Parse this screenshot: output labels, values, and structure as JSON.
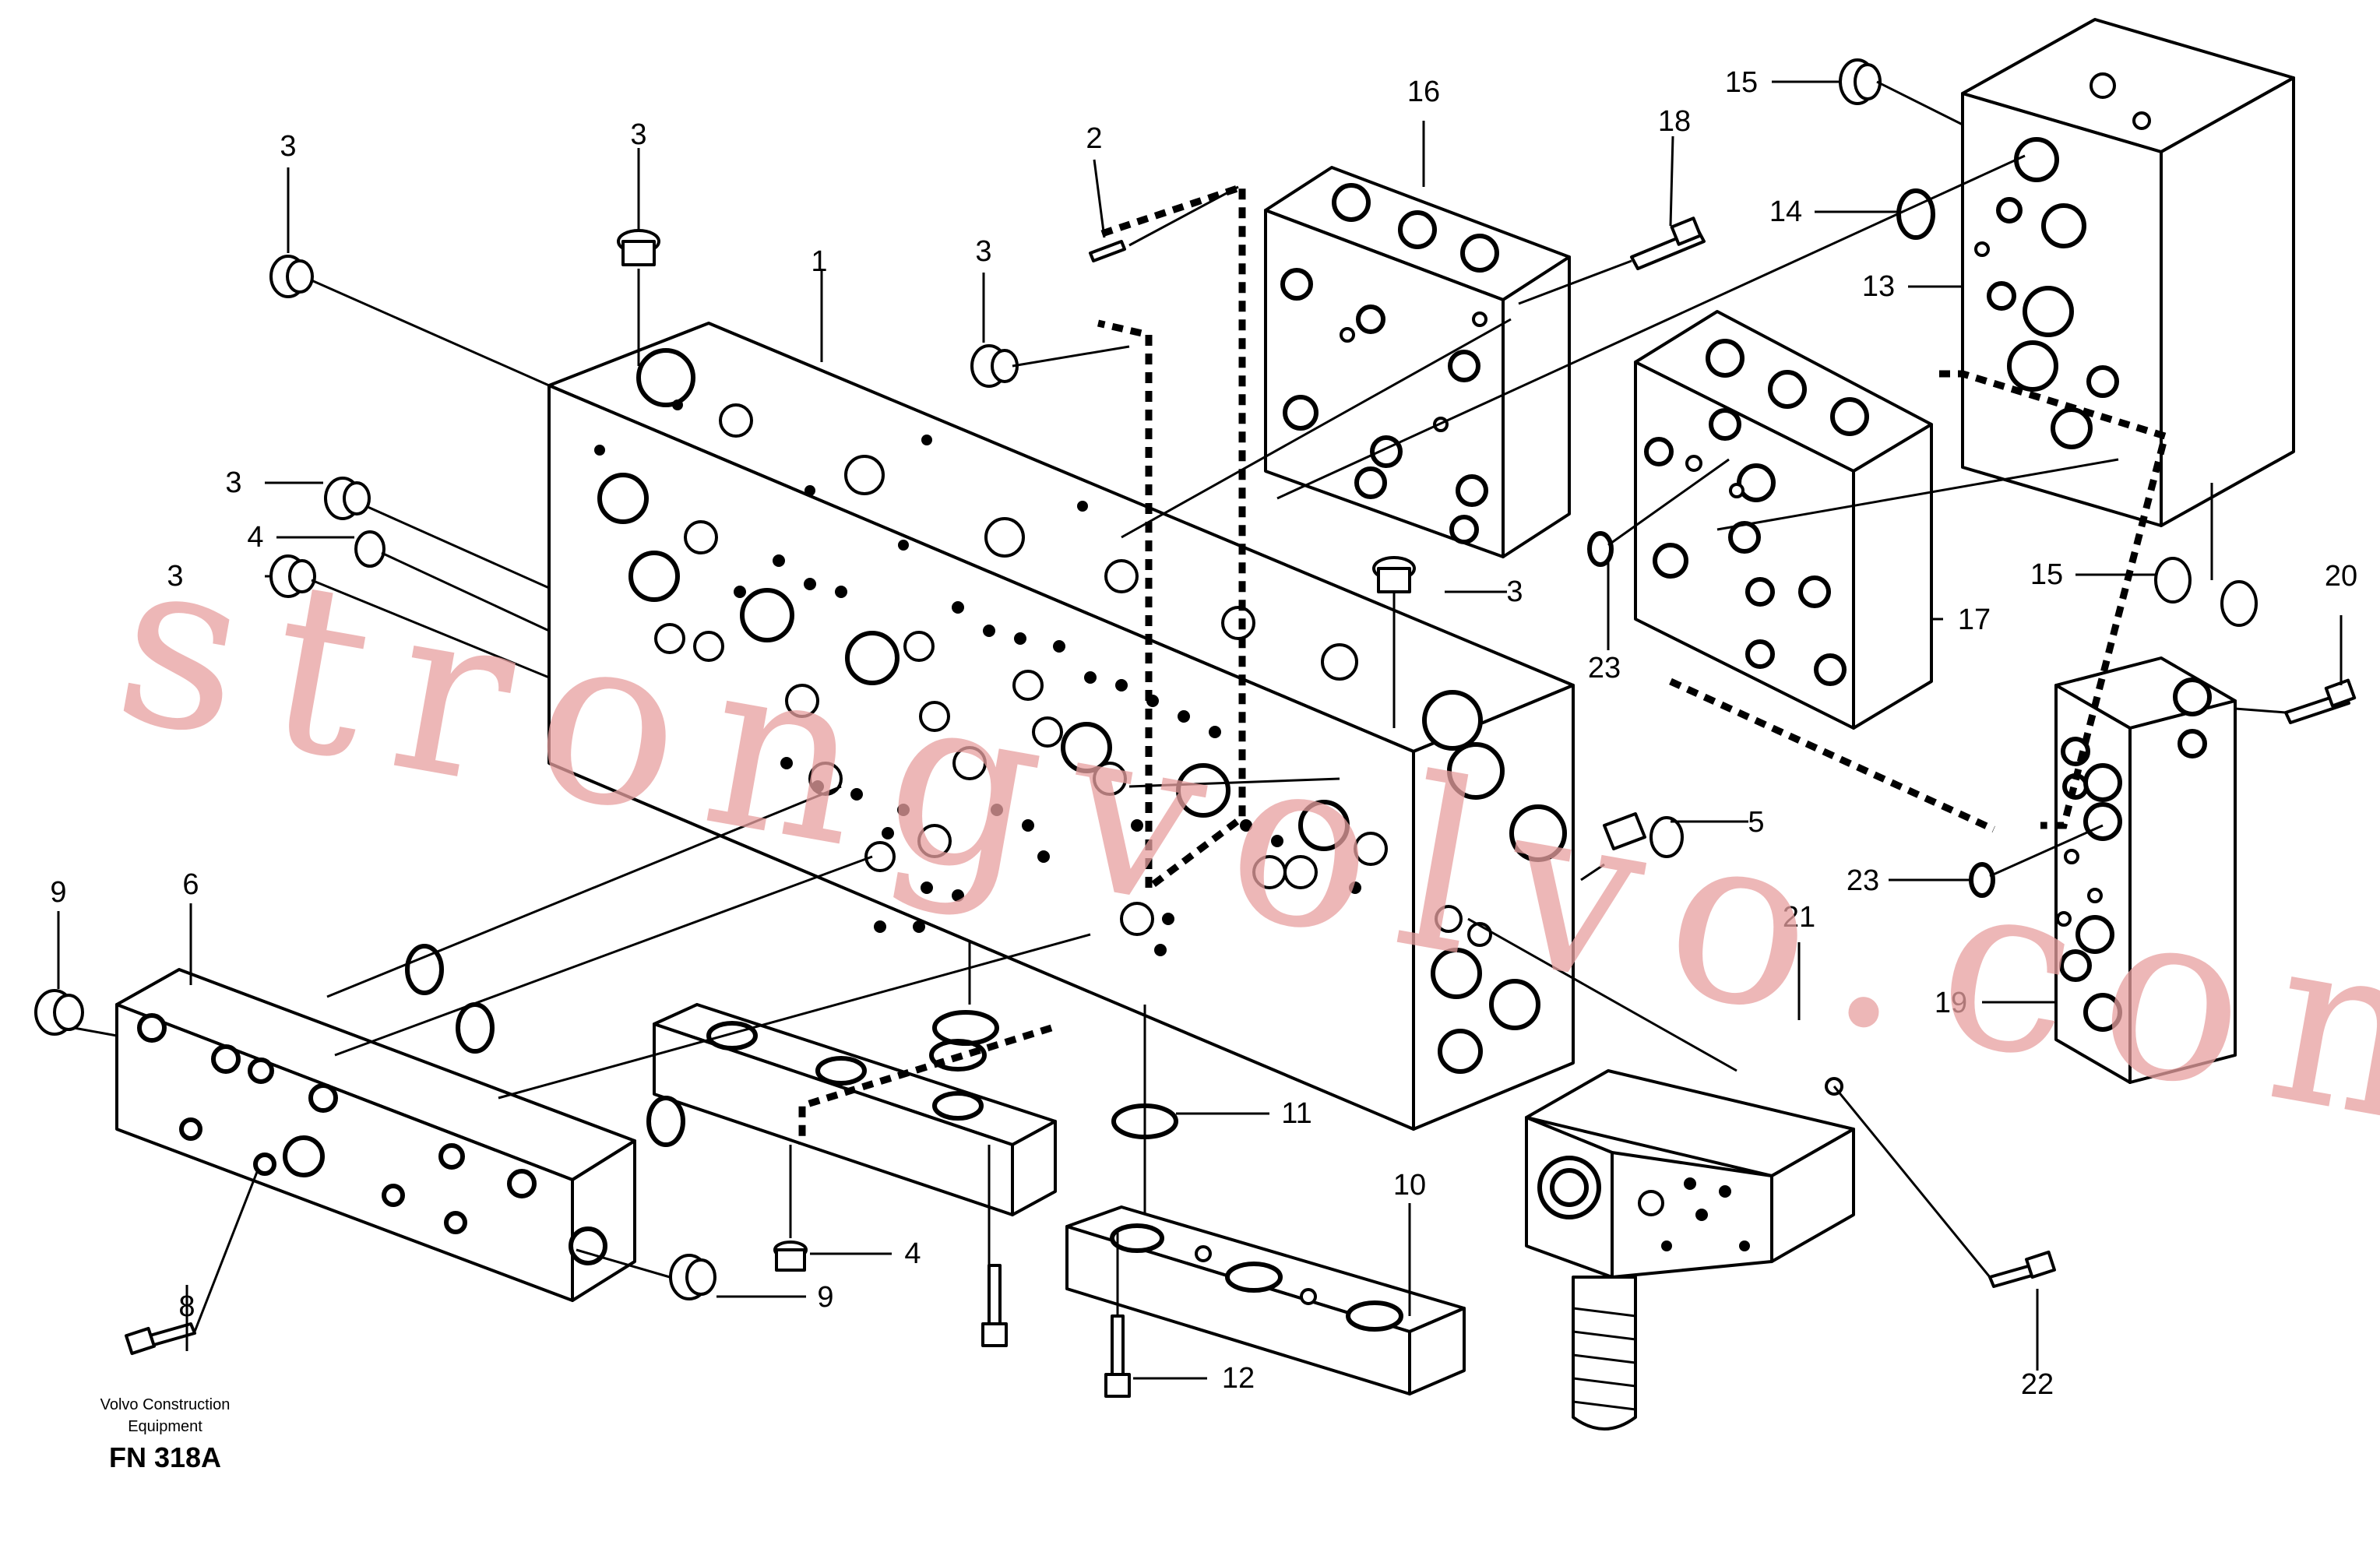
{
  "diagram": {
    "callouts": [
      "1",
      "2",
      "3",
      "4",
      "5",
      "6",
      "8",
      "9",
      "10",
      "11",
      "12",
      "13",
      "14",
      "15",
      "16",
      "17",
      "18",
      "19",
      "20",
      "21",
      "22",
      "23"
    ],
    "watermark": "strongvolvo.com"
  },
  "footer": {
    "company_line1": "Volvo Construction",
    "company_line2": "Equipment",
    "figure_code": "FN 318A"
  }
}
